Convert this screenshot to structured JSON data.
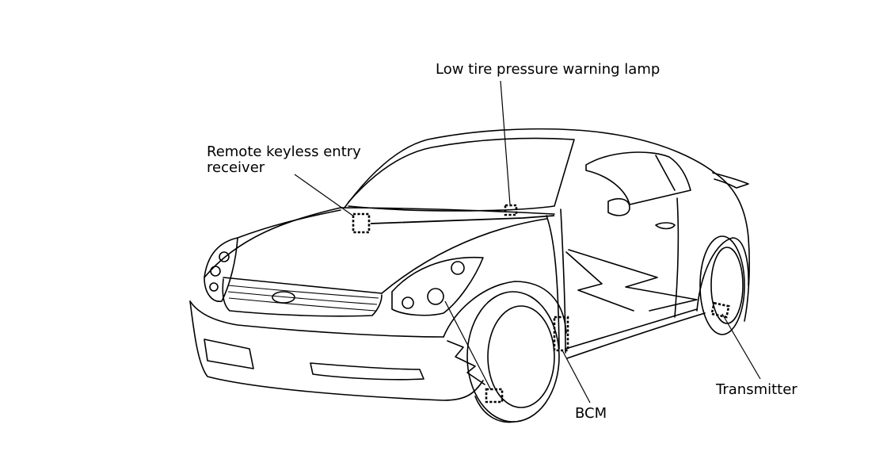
{
  "labels": {
    "low_tire_pressure_warning_lamp": "Low tire pressure warning lamp",
    "remote_keyless_entry_receiver_line1": "Remote keyless entry",
    "remote_keyless_entry_receiver_line2": "receiver",
    "bcm": "BCM",
    "transmitter": "Transmitter"
  },
  "colors": {
    "line": "#000000",
    "background": "#ffffff"
  }
}
